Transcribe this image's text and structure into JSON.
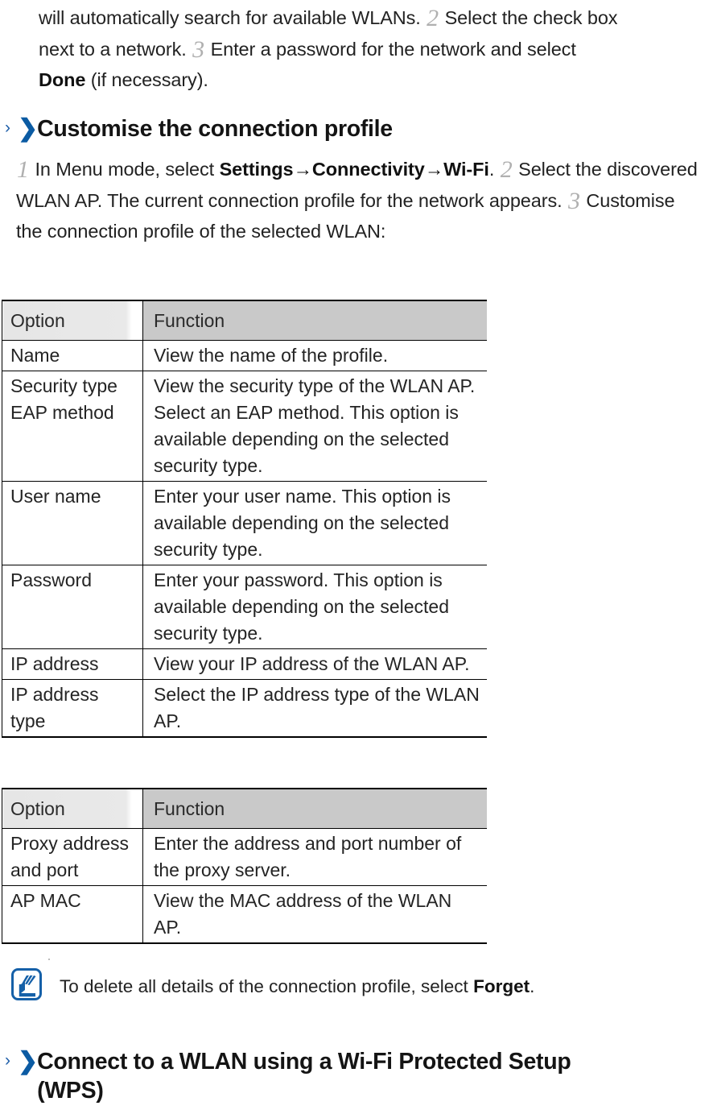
{
  "intro": {
    "line1_a": "will automatically search for available WLANs.",
    "step2": "2",
    "line1_b": "Select the check box",
    "line2_a": "next to a network.",
    "step3": "3",
    "line2_b": "Enter a password for the network and select",
    "line3_bold": "Done",
    "line3_rest": "(if necessary)."
  },
  "headings": {
    "chevron_small": "›",
    "chevron_big": "❯",
    "customise": "Customise the connection profile",
    "wps_line1": "Connect to a WLAN using a Wi-Fi Protected Setup",
    "wps_line2": "(WPS)"
  },
  "profile_para": {
    "step1": "1",
    "t1": "In Menu mode, select",
    "b1": "Settings",
    "arrow1": "→",
    "b2": "Connectivity",
    "arrow2": "→",
    "b3": "Wi-Fi",
    "t2": ".",
    "step2": "2",
    "t3": "Select",
    "t4": "the discovered WLAN AP. The current connection profile for the",
    "t5": "network appears.",
    "step3": "3",
    "t6": "Customise the connection profile of the selected",
    "t7": "WLAN:"
  },
  "table_profile": {
    "headers": [
      "Option",
      "Function"
    ],
    "rows": [
      {
        "option": "Name",
        "function": "View the name of the profile.",
        "align": "top"
      },
      {
        "option": "Security type EAP method",
        "function": "View the security type of the WLAN AP. Select an EAP method. This option is available depending on the selected security type.",
        "align": "top"
      },
      {
        "option": "User name",
        "function": "Enter your user name. This option is available depending on the selected security type.",
        "align": "mid"
      },
      {
        "option": "Password",
        "function": "Enter your password. This option is available depending on the selected security type.",
        "align": "mid"
      },
      {
        "option": "IP address",
        "function": "View your IP address of the WLAN AP.",
        "align": "mid"
      },
      {
        "option": "IP address type",
        "function": "Select the IP address type of the WLAN AP.",
        "align": "top"
      }
    ]
  },
  "table_proxy": {
    "headers": [
      "Option",
      "Function"
    ],
    "rows": [
      {
        "option": "Proxy address and port",
        "function": "Enter the address and port number of the proxy server.",
        "align": "top"
      },
      {
        "option": "AP MAC",
        "function": "View the MAC address of the WLAN AP.",
        "align": "mid"
      }
    ]
  },
  "note": {
    "icon": "note-pen-icon",
    "text_a": "To delete all details of the connection profile, select",
    "text_bold": "Forget",
    "text_b": "."
  },
  "colors": {
    "chevron_blue": "#0b5ba3",
    "chevron_small_blue": "#1f5fa9",
    "note_icon_blue": "#1560a8",
    "header_option_bg": "#e8e8e8",
    "header_function_bg": "#c9c9c9",
    "rule": "#000000",
    "step_number": "#b0b0b0"
  }
}
